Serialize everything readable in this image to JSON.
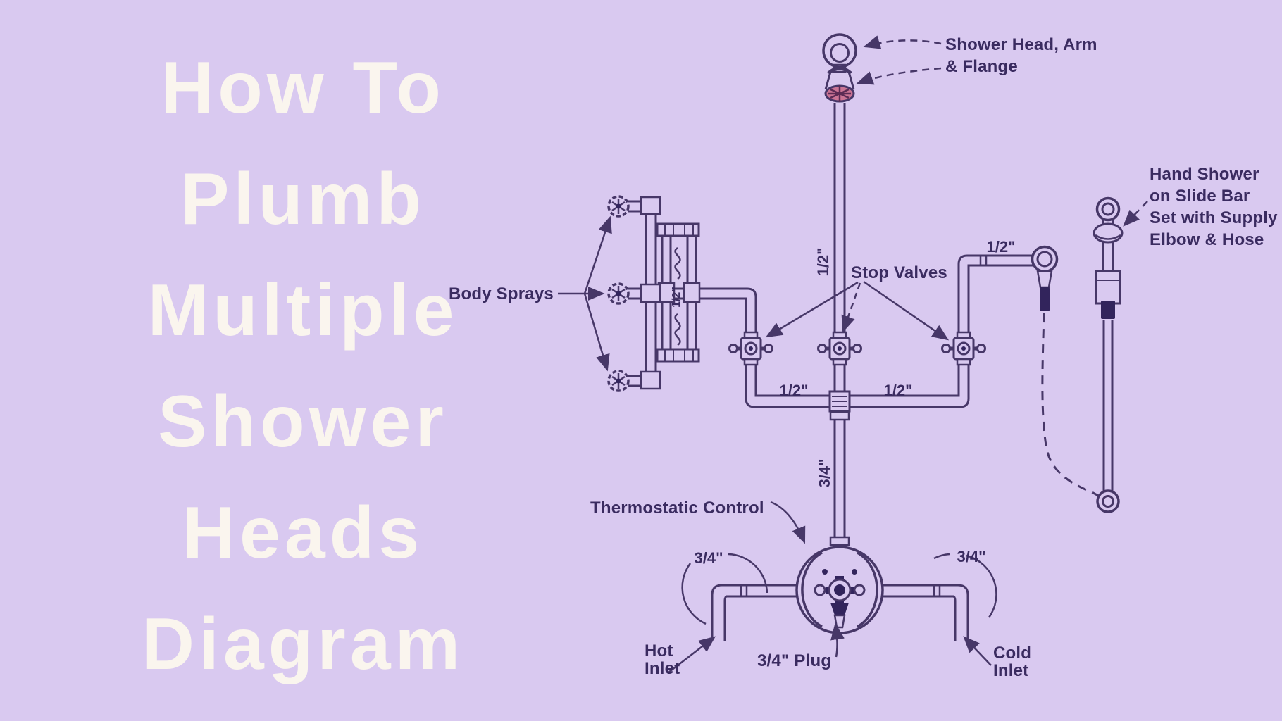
{
  "title": {
    "lines": [
      "How To",
      "Plumb",
      "Multiple",
      "Shower",
      "Heads",
      "Diagram"
    ]
  },
  "labels": {
    "shower_head": {
      "line1": "Shower Head, Arm",
      "line2": "& Flange"
    },
    "hand_shower": {
      "line1": "Hand Shower",
      "line2": "on Slide Bar",
      "line3": "Set with Supply",
      "line4": "Elbow & Hose"
    },
    "body_sprays": "Body Sprays",
    "stop_valves": "Stop Valves",
    "thermostatic_control": "Thermostatic Control",
    "hot_inlet": {
      "line1": "Hot",
      "line2": "Inlet"
    },
    "cold_inlet": {
      "line1": "Cold",
      "line2": "Inlet"
    },
    "plug": "3/4\" Plug"
  },
  "pipe_sizes": {
    "half": "1/2\"",
    "three_quarter": "3/4\""
  },
  "colors": {
    "background": "#d9c9f0",
    "line": "#473768",
    "dark_fill": "#32245c",
    "label_text": "#3a2b60",
    "title_text": "#faf5ee",
    "spray_face_pink": "#cb7495"
  }
}
